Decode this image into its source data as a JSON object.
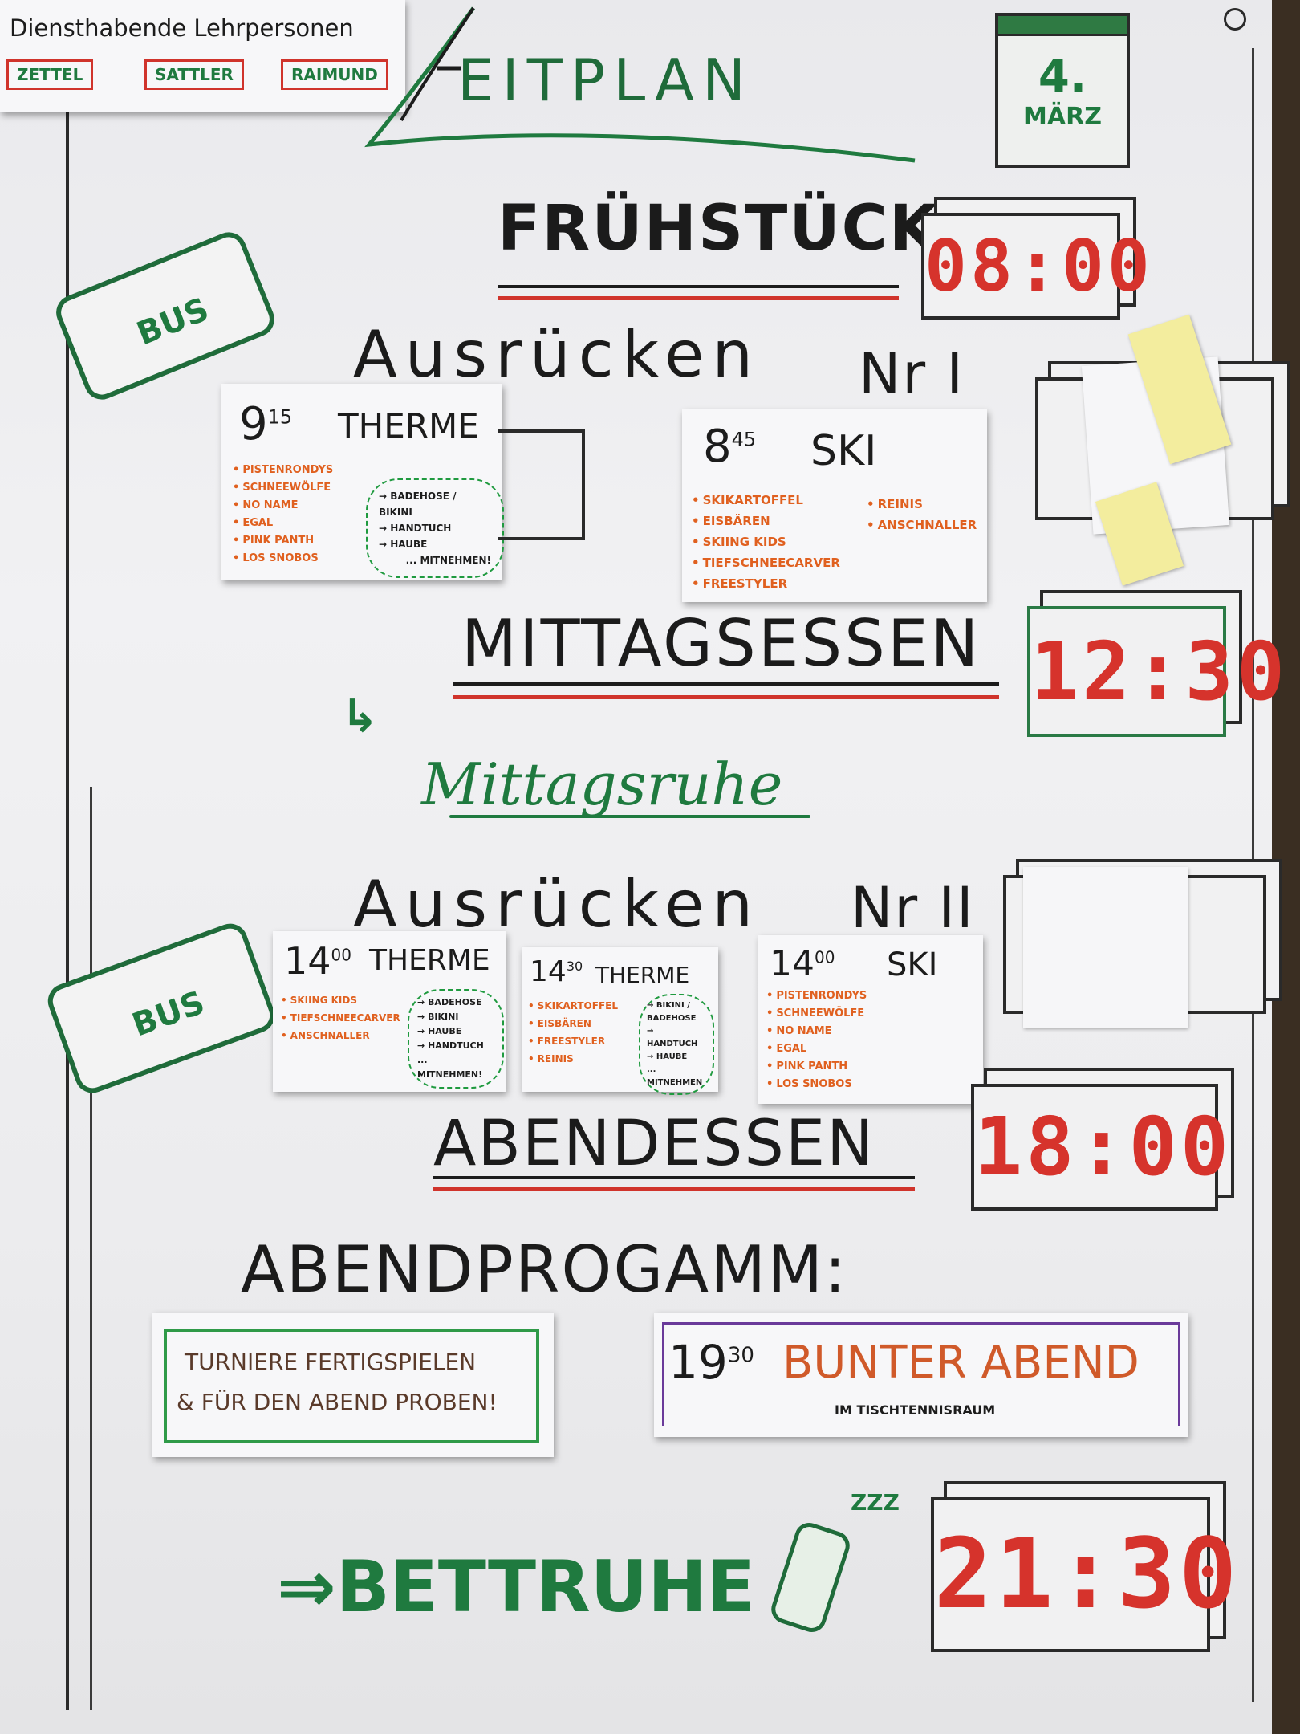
{
  "teachers": {
    "heading": "Diensthabende Lehrpersonen",
    "names": [
      "ZETTEL",
      "SATTLER",
      "RAIMUND"
    ]
  },
  "header": {
    "title": "EITPLAN",
    "date_day": "4.",
    "date_month": "MÄRZ"
  },
  "schedule": {
    "breakfast": {
      "label": "FRÜHSTÜCK",
      "time": "08:00"
    },
    "departure1": {
      "label": "Ausrücken",
      "number": "Nr I"
    },
    "bus_label": "BUS",
    "therme1": {
      "time_h": "9",
      "time_m": "15",
      "title": "THERME",
      "groups": [
        "PISTENRONDYS",
        "SCHNEEWÖLFE",
        "NO NAME",
        "EGAL",
        "PINK PANTH",
        "LOS SNOBOS"
      ],
      "packing": [
        "→ BADEHOSE / BIKINI",
        "→ HANDTUCH",
        "→ HAUBE",
        "... MITNEHMEN!"
      ]
    },
    "ski1": {
      "time_h": "8",
      "time_m": "45",
      "title": "SKI",
      "groups_left": [
        "SKIKARTOFFEL",
        "EISBÄREN",
        "SKIING KIDS",
        "TIEFSCHNEECARVER",
        "FREESTYLER"
      ],
      "groups_right": [
        "REINIS",
        "ANSCHNALLER"
      ]
    },
    "lunch": {
      "label": "MITTAGSESSEN",
      "time": "12:30"
    },
    "rest": {
      "label": "Mittagsruhe"
    },
    "departure2": {
      "label": "Ausrücken",
      "number": "Nr II"
    },
    "therme2": {
      "time_h": "14",
      "time_m": "00",
      "title": "THERME",
      "groups": [
        "SKIING KIDS",
        "TIEFSCHNEECARVER",
        "ANSCHNALLER"
      ],
      "packing": [
        "→ BADEHOSE",
        "→ BIKINI",
        "→ HAUBE",
        "→ HANDTUCH",
        "... MITNEHMEN!"
      ]
    },
    "therme3": {
      "time_h": "14",
      "time_m": "30",
      "title": "THERME",
      "groups": [
        "SKIKARTOFFEL",
        "EISBÄREN",
        "FREESTYLER",
        "REINIS"
      ],
      "packing": [
        "→ BIKINI /",
        "BADEHOSE",
        "→ HANDTUCH",
        "→ HAUBE",
        "... MITNEHMEN"
      ]
    },
    "ski2": {
      "time_h": "14",
      "time_m": "00",
      "title": "SKI",
      "groups": [
        "PISTENRONDYS",
        "SCHNEEWÖLFE",
        "NO NAME",
        "EGAL",
        "PINK PANTH",
        "LOS SNOBOS"
      ]
    },
    "dinner": {
      "label": "ABENDESSEN",
      "time": "18:00"
    },
    "evening": {
      "label": "ABENDPROGAMM:",
      "note_line1": "TURNIERE FERTIGSPIELEN",
      "note_line2": "& FÜR DEN ABEND PROBEN!",
      "show_h": "19",
      "show_m": "30",
      "show_title": "BUNTER ABEND",
      "show_place": "IM TISCHTENNISRAUM"
    },
    "bedtime": {
      "label": "⇒BETTRUHE",
      "time": "21:30",
      "zzz": "ZZZ"
    }
  },
  "colors": {
    "marker_black": "#1c1c1c",
    "marker_green": "#1f7a3f",
    "marker_red": "#d0342c",
    "marker_orange": "#e0601f"
  }
}
